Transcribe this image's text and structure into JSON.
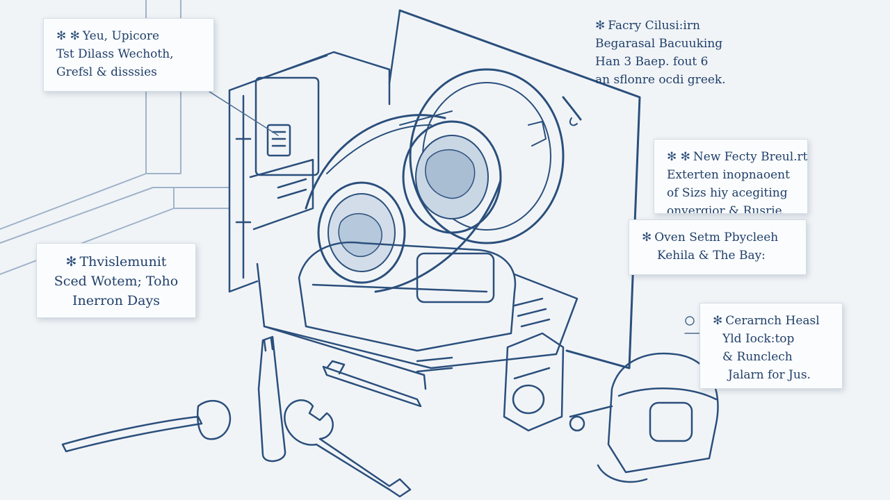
{
  "colors": {
    "paper": "#f1f4f7",
    "ink": "#2a4f7c",
    "ink_light": "#7f9bbb",
    "note_text": "#1f3f6a"
  },
  "callouts": [
    {
      "id": "top-left",
      "lines": [
        "Yeu, Upicore",
        "Tst Dilass Wechoth,",
        "Grefsl & disssies"
      ]
    },
    {
      "id": "top-right",
      "lines": [
        "Facry Cilusi:irn",
        "Begarasal Bacuuking",
        "Han 3 Baep. fout 6",
        "an sflonre ocdi greek."
      ]
    },
    {
      "id": "mid-right",
      "lines": [
        "New Fecty Breul.rts",
        "Exterten inopnaoent",
        "of Sizs hiy acegiting",
        "onvergior & Rusrie."
      ]
    },
    {
      "id": "oven",
      "lines": [
        "Oven Setm Pbycleeh",
        "Kehila & The Bay:"
      ]
    },
    {
      "id": "left",
      "lines": [
        "Thvislemunit",
        "Sced Wotem; Toho",
        "Inerron Days"
      ]
    },
    {
      "id": "bottom-right",
      "lines": [
        "Cerarnch Heasl",
        "Yld Iock:top",
        "& Runclech",
        "Jalarn for Jus."
      ]
    }
  ]
}
